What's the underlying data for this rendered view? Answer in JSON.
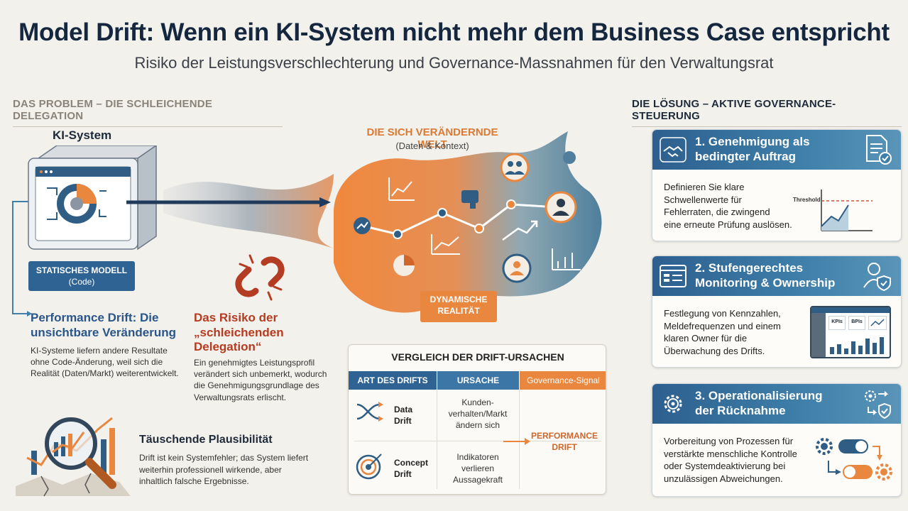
{
  "header": {
    "title": "Model Drift: Wenn ein KI-System nicht mehr dem Business Case entspricht",
    "subtitle": "Risiko der Leistungsverschlechterung und Governance-Massnahmen für den Verwaltungsrat"
  },
  "problem": {
    "section_title": "DAS PROBLEM – DIE SCHLEICHENDE DELEGATION",
    "ki_system_label": "KI-System",
    "static_model": {
      "line1": "STATISCHES MODELL",
      "line2": "(Code)"
    },
    "performance_drift": {
      "title": "Performance Drift: Die unsichtbare Veränderung",
      "text": "KI-Systeme liefern andere Resultate ohne Code-Änderung, weil sich die Realität (Daten/Markt) weiterentwickelt."
    },
    "risk": {
      "title": "Das Risiko der „schleichenden Delegation“",
      "text": "Ein genehmigtes Leistungsprofil verändert sich unbemerkt, wodurch die Genehmigungsgrundlage des Verwaltungsrats erlischt."
    },
    "plausibility": {
      "title": "Täuschende Plausibilität",
      "text": "Drift ist kein Systemfehler; das System liefert weiterhin professionell wirkende, aber inhaltlich falsche Ergebnisse."
    }
  },
  "world": {
    "title": "DIE SICH VERÄNDERNDE WELT",
    "subtitle": "(Daten & Kontext)",
    "badge_line1": "DYNAMISCHE",
    "badge_line2": "REALITÄT"
  },
  "comparison": {
    "title": "VERGLEICH DER DRIFT-URSACHEN",
    "headers": [
      "ART DES DRIFTS",
      "URSACHE",
      "Governance-Signal"
    ],
    "rows": [
      {
        "type_line1": "Data",
        "type_line2": "Drift",
        "cause": [
          "Kunden-",
          "verhalten/Markt",
          "ändern sich"
        ]
      },
      {
        "type_line1": "Concept",
        "type_line2": "Drift",
        "cause": [
          "Indikatoren",
          "verlieren",
          "Aussagekraft"
        ]
      }
    ],
    "signal_line1": "PERFORMANCE",
    "signal_line2": "DRIFT"
  },
  "solution": {
    "section_title": "DIE LÖSUNG – AKTIVE GOVERNANCE-STEUERUNG",
    "cards": [
      {
        "title_line1": "1. Genehmigung als",
        "title_line2": "bedingter Auftrag",
        "text": [
          "Definieren Sie klare",
          "Schwellenwerte für",
          "Fehlerraten, die zwingend",
          "eine erneute Prüfung auslösen."
        ],
        "chart_label": "Threshold"
      },
      {
        "title_line1": "2. Stufengerechtes",
        "title_line2": "Monitoring & Ownership",
        "text": [
          "Festlegung von Kennzahlen,",
          "Meldefrequenzen und einem",
          "klaren Owner für die",
          "Überwachung des Drifts."
        ],
        "kpi1": "KPIs",
        "kpi2": "BPIs"
      },
      {
        "title_line1": "3. Operationalisierung",
        "title_line2": "der Rücknahme",
        "text": [
          "Vorbereitung von Prozessen für",
          "verstärkte menschliche Kontrolle",
          "oder Systemdeaktivierung bei",
          "unzulässigen Abweichungen."
        ]
      }
    ]
  },
  "colors": {
    "navy": "#14273f",
    "blue": "#2f6393",
    "orange": "#e9873f",
    "red": "#b33c22",
    "teal": "#5a95b8"
  }
}
